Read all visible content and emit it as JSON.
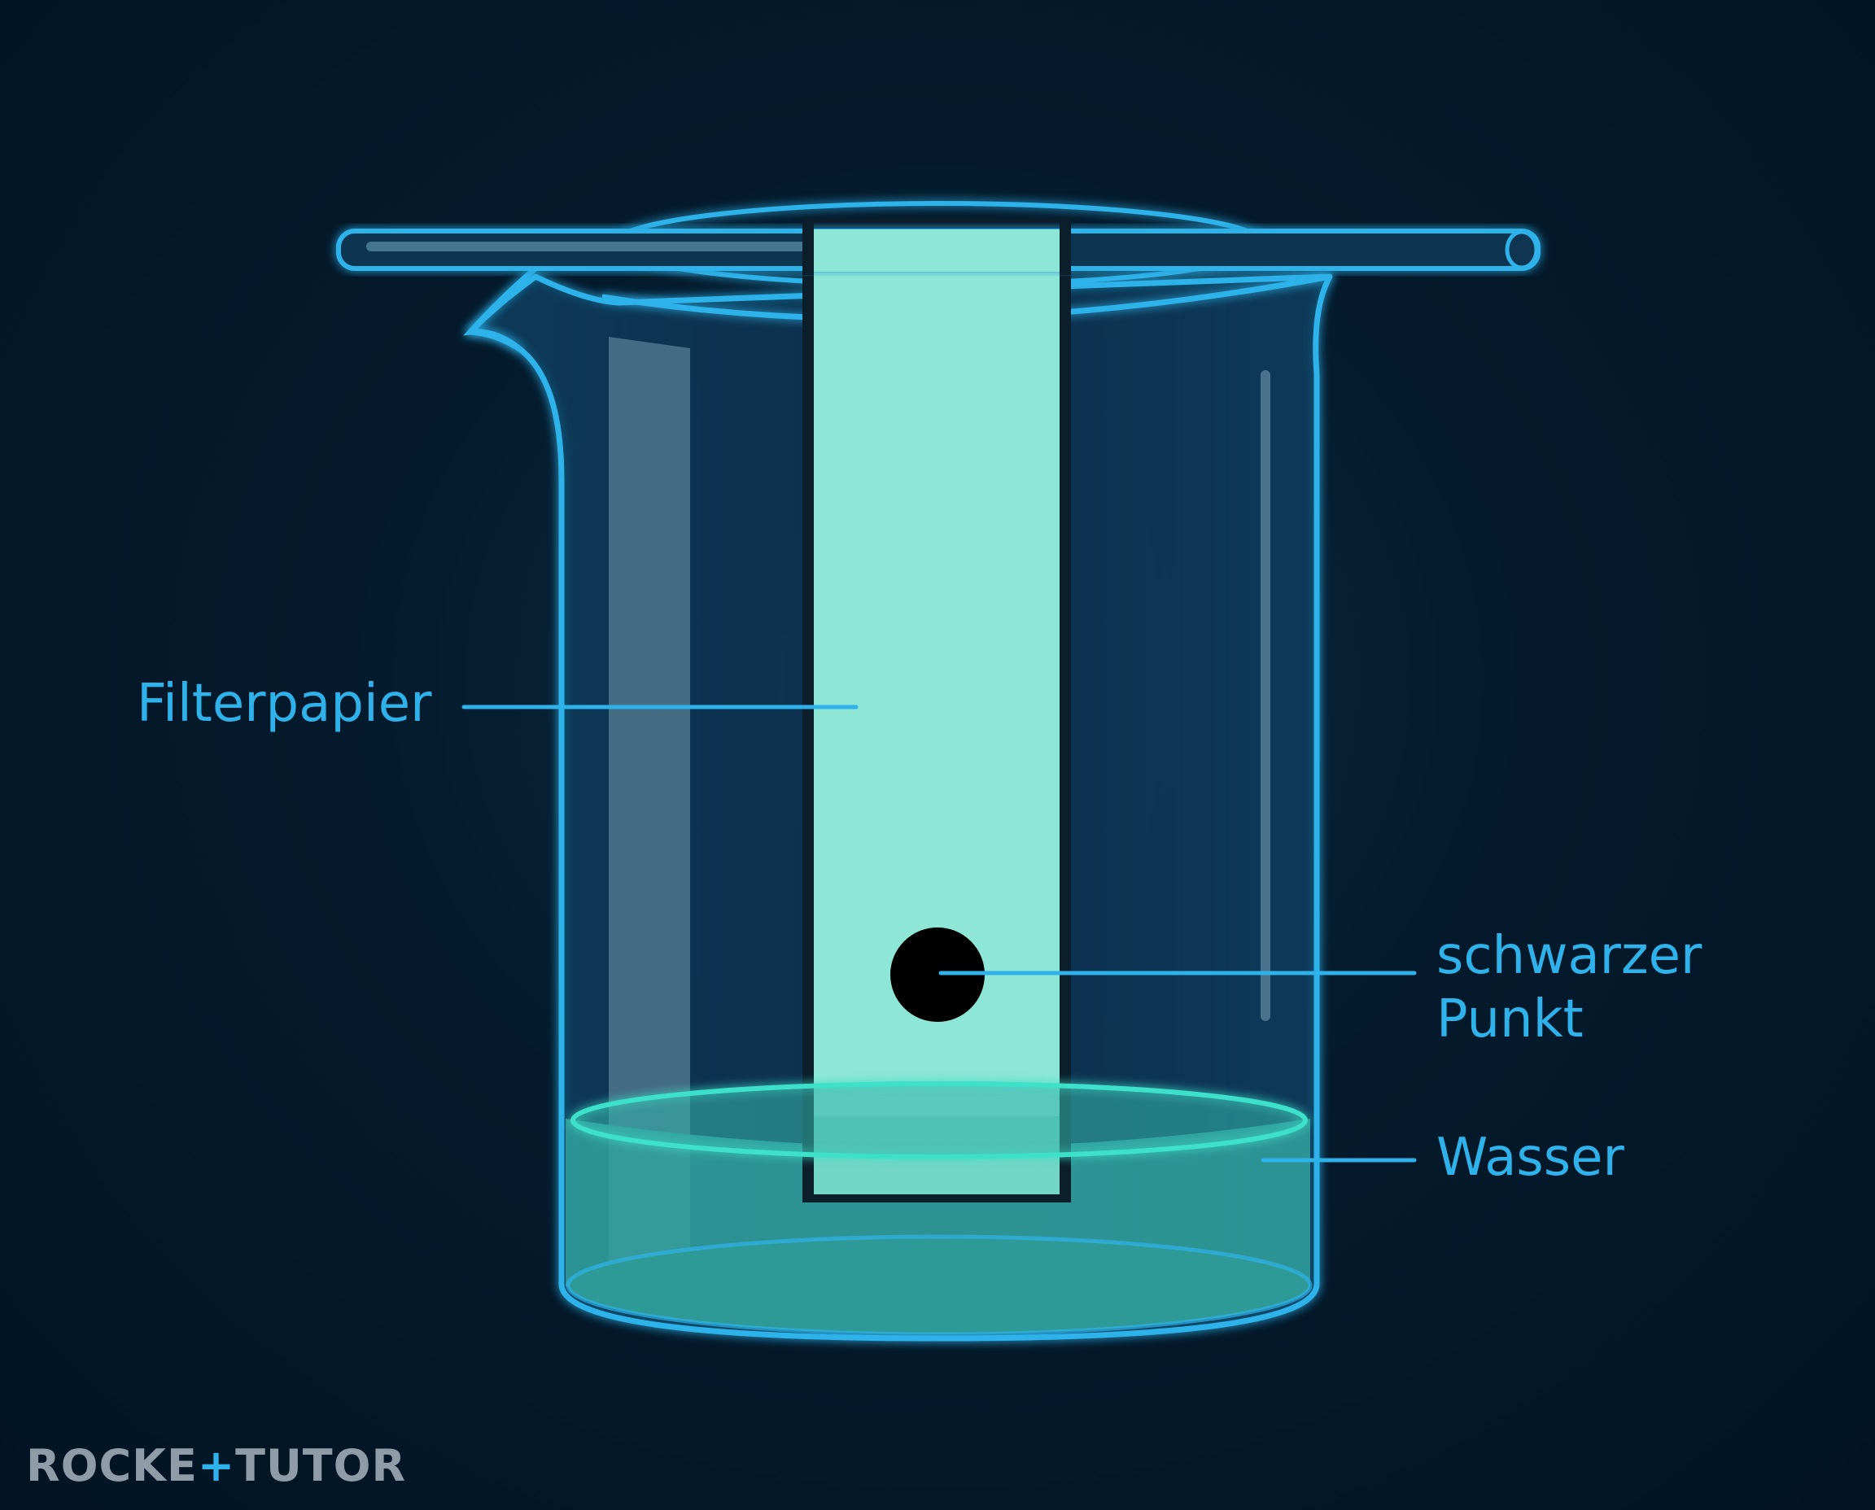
{
  "labels": {
    "filter_paper": "Filterpapier",
    "black_dot_line1": "schwarzer",
    "black_dot_line2": "Punkt",
    "water": "Wasser"
  },
  "branding": {
    "part1": "ROCKE",
    "plus": "+",
    "part2": "TUTOR"
  },
  "colors": {
    "background": "#021627",
    "glass_outline": "#2fb2ea",
    "filter_paper": "#8ee6d6",
    "water": "#33a39f",
    "water_surface": "#3ee0c8",
    "dot": "#000000",
    "label_text": "#2fb2ea",
    "brand_text": "#8f9ba6"
  }
}
